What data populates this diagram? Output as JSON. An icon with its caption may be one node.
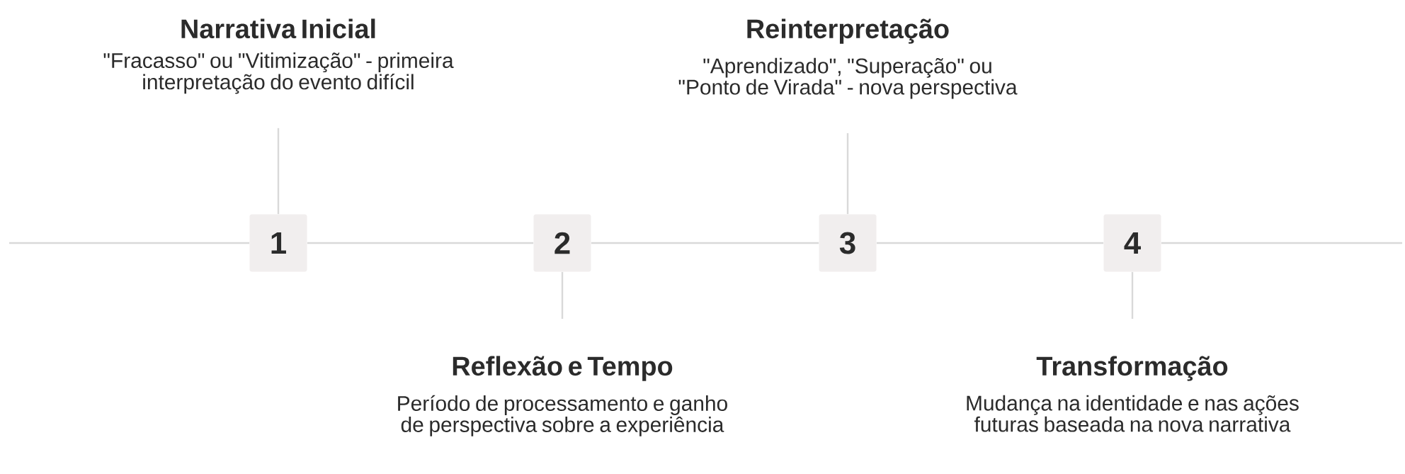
{
  "diagram": {
    "nodes": [
      {
        "text": [
          "1"
        ]
      },
      {
        "text": [
          "2"
        ]
      },
      {
        "text": [
          "3"
        ]
      },
      {
        "text": [
          "4"
        ]
      },
      {
        "text": [
          "Narrativa Inicial",
          "\"Fracasso\" ou \"Vitimização\" - primeira interpretação do evento difícil"
        ]
      },
      {
        "text": [
          "Reflexão e Tempo",
          "Período de processamento e ganho de perspectiva sobre a experiência"
        ]
      },
      {
        "text": [
          "Reinterpretação",
          "\"Aprendizado\", \"Superação\" ou \"Ponto de Virada\" - nova perspectiva"
        ]
      },
      {
        "text": [
          "Transformação",
          "Mudança na identidade e nas ações futuras baseada na nova narrativa"
        ]
      }
    ],
    "edges": [
      {
        "from": null,
        "to": 0,
        "arrow": "none"
      },
      {
        "from": 0,
        "to": 1,
        "arrow": "none"
      },
      {
        "from": 1,
        "to": 2,
        "arrow": "none"
      },
      {
        "from": 2,
        "to": 3,
        "arrow": "none"
      },
      {
        "from": 3,
        "to": null,
        "arrow": "none"
      },
      {
        "from": 0,
        "to": 4,
        "arrow": "none"
      },
      {
        "from": 1,
        "to": 5,
        "arrow": "none"
      },
      {
        "from": 2,
        "to": 6,
        "arrow": "none"
      },
      {
        "from": 3,
        "to": 7,
        "arrow": "none"
      }
    ]
  }
}
